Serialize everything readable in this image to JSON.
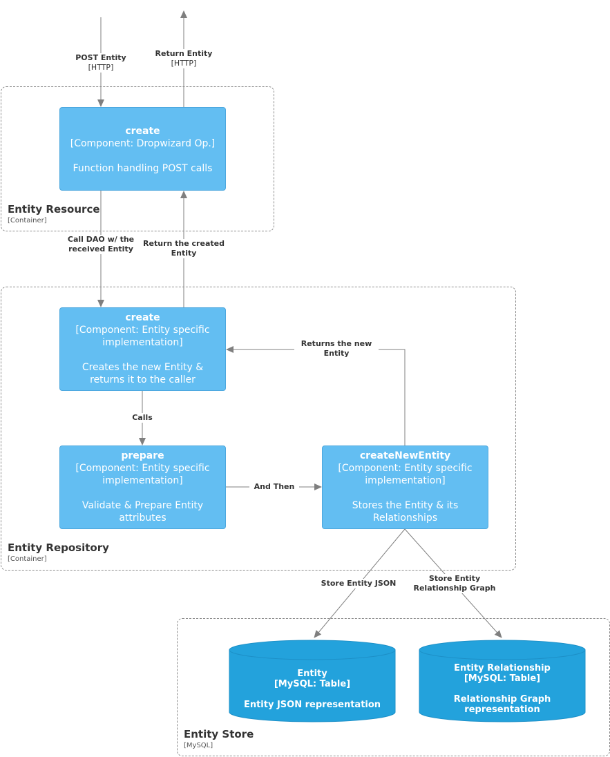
{
  "boundaries": {
    "resource": {
      "name": "Entity Resource",
      "type": "[Container]"
    },
    "repository": {
      "name": "Entity Repository",
      "type": "[Container]"
    },
    "store": {
      "name": "Entity Store",
      "type": "[MySQL]"
    }
  },
  "components": {
    "resource_create": {
      "name": "create",
      "type": "[Component: Dropwizard Op.]",
      "desc": "Function handling POST calls"
    },
    "repo_create": {
      "name": "create",
      "type": "[Component: Entity specific implementation]",
      "desc": "Creates the new Entity & returns it to the caller"
    },
    "prepare": {
      "name": "prepare",
      "type": "[Component: Entity specific implementation]",
      "desc": "Validate & Prepare Entity attributes"
    },
    "create_new_entity": {
      "name": "createNewEntity",
      "type": "[Component: Entity specific implementation]",
      "desc": "Stores the Entity & its Relationships"
    }
  },
  "databases": {
    "entity": {
      "name": "Entity",
      "type": "[MySQL: Table]",
      "desc": "Entity JSON representation"
    },
    "entity_relationship": {
      "name": "Entity Relationship",
      "type": "[MySQL: Table]",
      "desc": "Relationship Graph representation"
    }
  },
  "edges": {
    "post_entity": {
      "label": "POST Entity",
      "tech": "[HTTP]"
    },
    "return_entity": {
      "label": "Return Entity",
      "tech": "[HTTP]"
    },
    "call_dao": {
      "label": "Call DAO w/ the received Entity"
    },
    "return_created": {
      "label": "Return the created Entity"
    },
    "returns_new": {
      "label": "Returns the new Entity"
    },
    "calls": {
      "label": "Calls"
    },
    "and_then": {
      "label": "And Then"
    },
    "store_json": {
      "label": "Store Entity JSON"
    },
    "store_graph": {
      "label": "Store Entity Relationship Graph"
    }
  },
  "colors": {
    "component": "#63bef2",
    "database": "#23a2dc",
    "edge": "#7f7f7f",
    "boundary": "#8a8a8a"
  }
}
